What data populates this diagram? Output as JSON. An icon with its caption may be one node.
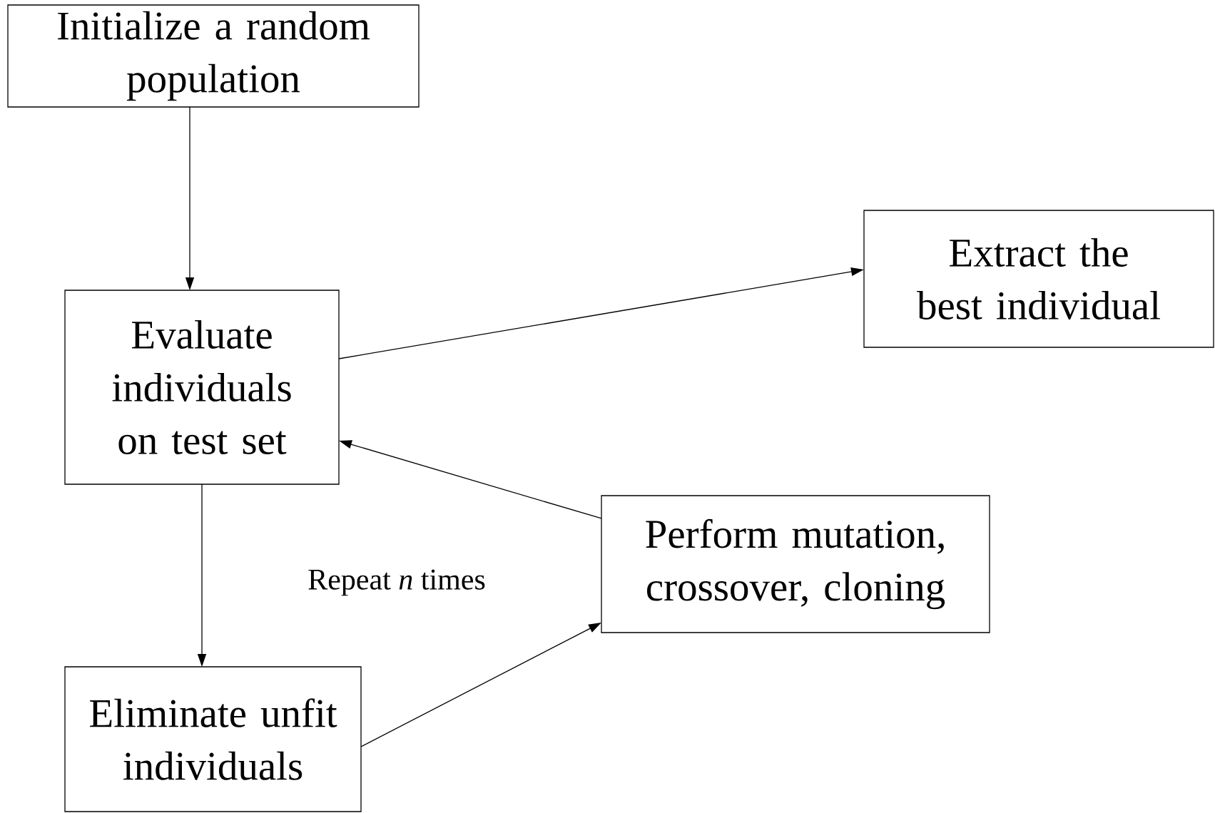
{
  "diagram": {
    "nodes": [
      {
        "text": [
          "Initialize a random population"
        ]
      },
      {
        "text": [
          "Evaluate individuals on test set"
        ]
      },
      {
        "text": [
          "Extract the best individual"
        ]
      },
      {
        "text": [
          "Perform mutation, crossover, cloning"
        ]
      },
      {
        "text": [
          "Eliminate unfit individuals"
        ]
      }
    ],
    "edges": [
      {
        "from": 0,
        "to": 1,
        "arrow": "to"
      },
      {
        "from": 1,
        "to": 2,
        "arrow": "to"
      },
      {
        "from": 3,
        "to": 1,
        "arrow": "to"
      },
      {
        "from": 1,
        "to": 4,
        "arrow": "to"
      },
      {
        "from": 4,
        "to": 3,
        "arrow": "to"
      }
    ],
    "labels": [
      "Repeat *n* times"
    ]
  }
}
